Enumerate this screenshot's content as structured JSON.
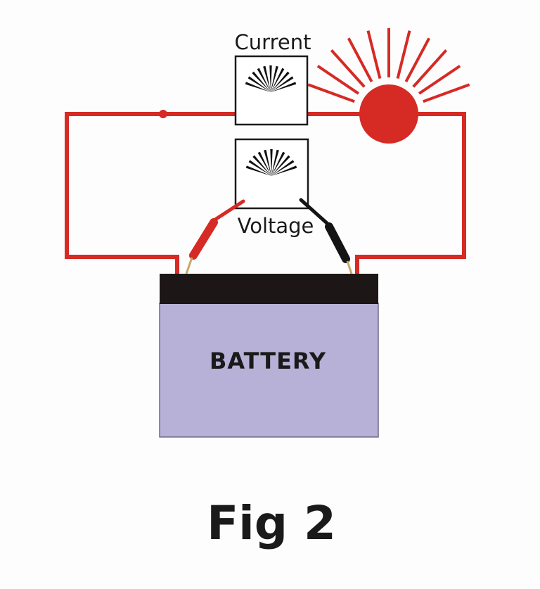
{
  "diagram": {
    "current_label": "Current",
    "voltage_label": "Voltage",
    "battery_label": "BATTERY",
    "figure_label": "Fig 2"
  },
  "colors": {
    "wire": "#d62a24",
    "lamp": "#d62a24",
    "battery_body": "#b8b1d7",
    "battery_top": "#1c1616",
    "meter_scale": "#111111",
    "black_lead": "#141414"
  },
  "icons": {
    "current_meter": "ammeter-dial-icon",
    "voltage_meter": "voltmeter-dial-icon",
    "lamp": "glowing-bulb-icon"
  }
}
